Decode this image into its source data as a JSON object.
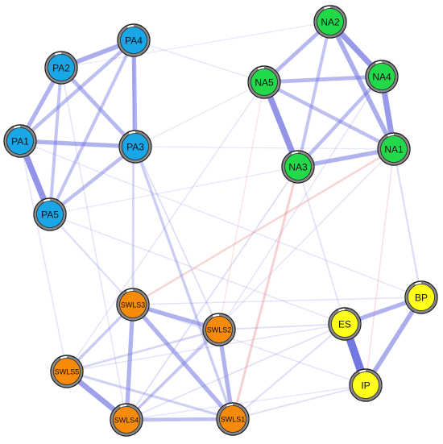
{
  "colors": {
    "pa": "#1aa7e8",
    "na": "#22d94a",
    "swls": "#f58a0b",
    "other": "#ffff1a",
    "positive_edge": "#7377e0",
    "negative_edge": "#e87878"
  },
  "nodes": [
    {
      "id": "PA4",
      "group": "pa"
    },
    {
      "id": "PA2",
      "group": "pa"
    },
    {
      "id": "PA1",
      "group": "pa"
    },
    {
      "id": "PA3",
      "group": "pa"
    },
    {
      "id": "PA5",
      "group": "pa"
    },
    {
      "id": "NA2",
      "group": "na"
    },
    {
      "id": "NA5",
      "group": "na"
    },
    {
      "id": "NA4",
      "group": "na"
    },
    {
      "id": "NA1",
      "group": "na"
    },
    {
      "id": "NA3",
      "group": "na"
    },
    {
      "id": "SWLS3",
      "group": "swls"
    },
    {
      "id": "SWLS2",
      "group": "swls"
    },
    {
      "id": "SWLS5",
      "group": "swls"
    },
    {
      "id": "SWLS4",
      "group": "swls"
    },
    {
      "id": "SWLS1",
      "group": "swls"
    },
    {
      "id": "BP",
      "group": "other"
    },
    {
      "id": "ES",
      "group": "other"
    },
    {
      "id": "IP",
      "group": "other"
    }
  ],
  "edges": [
    {
      "from": "PA1",
      "to": "PA5",
      "weight": 0.75,
      "sign": "positive"
    },
    {
      "from": "PA2",
      "to": "PA4",
      "weight": 0.55,
      "sign": "positive"
    },
    {
      "from": "PA1",
      "to": "PA3",
      "weight": 0.5,
      "sign": "positive"
    },
    {
      "from": "PA2",
      "to": "PA1",
      "weight": 0.5,
      "sign": "positive"
    },
    {
      "from": "PA4",
      "to": "PA3",
      "weight": 0.5,
      "sign": "positive"
    },
    {
      "from": "PA2",
      "to": "PA3",
      "weight": 0.45,
      "sign": "positive"
    },
    {
      "from": "PA4",
      "to": "PA1",
      "weight": 0.4,
      "sign": "positive"
    },
    {
      "from": "PA4",
      "to": "PA5",
      "weight": 0.35,
      "sign": "positive"
    },
    {
      "from": "PA2",
      "to": "PA5",
      "weight": 0.35,
      "sign": "positive"
    },
    {
      "from": "PA3",
      "to": "PA5",
      "weight": 0.4,
      "sign": "positive"
    },
    {
      "from": "NA5",
      "to": "NA3",
      "weight": 0.75,
      "sign": "positive"
    },
    {
      "from": "NA2",
      "to": "NA4",
      "weight": 0.7,
      "sign": "positive"
    },
    {
      "from": "NA4",
      "to": "NA1",
      "weight": 0.7,
      "sign": "positive"
    },
    {
      "from": "NA2",
      "to": "NA1",
      "weight": 0.55,
      "sign": "positive"
    },
    {
      "from": "NA3",
      "to": "NA1",
      "weight": 0.5,
      "sign": "positive"
    },
    {
      "from": "NA5",
      "to": "NA4",
      "weight": 0.45,
      "sign": "positive"
    },
    {
      "from": "NA2",
      "to": "NA5",
      "weight": 0.45,
      "sign": "positive"
    },
    {
      "from": "NA5",
      "to": "NA1",
      "weight": 0.4,
      "sign": "positive"
    },
    {
      "from": "NA4",
      "to": "NA3",
      "weight": 0.4,
      "sign": "positive"
    },
    {
      "from": "NA2",
      "to": "NA3",
      "weight": 0.35,
      "sign": "positive"
    },
    {
      "from": "SWLS3",
      "to": "SWLS2",
      "weight": 0.5,
      "sign": "positive"
    },
    {
      "from": "SWLS3",
      "to": "SWLS4",
      "weight": 0.5,
      "sign": "positive"
    },
    {
      "from": "SWLS3",
      "to": "SWLS1",
      "weight": 0.5,
      "sign": "positive"
    },
    {
      "from": "SWLS2",
      "to": "SWLS1",
      "weight": 0.5,
      "sign": "positive"
    },
    {
      "from": "SWLS5",
      "to": "SWLS4",
      "weight": 0.65,
      "sign": "positive"
    },
    {
      "from": "SWLS4",
      "to": "SWLS1",
      "weight": 0.4,
      "sign": "positive"
    },
    {
      "from": "SWLS3",
      "to": "SWLS5",
      "weight": 0.3,
      "sign": "positive"
    },
    {
      "from": "SWLS2",
      "to": "SWLS4",
      "weight": 0.3,
      "sign": "positive"
    },
    {
      "from": "SWLS5",
      "to": "SWLS1",
      "weight": 0.25,
      "sign": "positive"
    },
    {
      "from": "SWLS5",
      "to": "SWLS2",
      "weight": 0.2,
      "sign": "positive"
    },
    {
      "from": "ES",
      "to": "IP",
      "weight": 1.0,
      "sign": "positive"
    },
    {
      "from": "BP",
      "to": "IP",
      "weight": 0.55,
      "sign": "positive"
    },
    {
      "from": "BP",
      "to": "ES",
      "weight": 0.5,
      "sign": "positive"
    },
    {
      "from": "NA1",
      "to": "BP",
      "weight": 0.15,
      "sign": "positive"
    },
    {
      "from": "PA4",
      "to": "SWLS3",
      "weight": 0.22,
      "sign": "positive"
    },
    {
      "from": "PA3",
      "to": "SWLS1",
      "weight": 0.28,
      "sign": "positive"
    },
    {
      "from": "PA5",
      "to": "SWLS3",
      "weight": 0.15,
      "sign": "positive"
    },
    {
      "from": "PA3",
      "to": "SWLS2",
      "weight": 0.12,
      "sign": "positive"
    },
    {
      "from": "PA1",
      "to": "SWLS5",
      "weight": 0.08,
      "sign": "positive"
    },
    {
      "from": "PA5",
      "to": "ES",
      "weight": 0.08,
      "sign": "positive"
    },
    {
      "from": "PA4",
      "to": "NA5",
      "weight": 0.07,
      "sign": "positive"
    },
    {
      "from": "PA3",
      "to": "NA5",
      "weight": 0.06,
      "sign": "positive"
    },
    {
      "from": "PA3",
      "to": "NA1",
      "weight": 0.06,
      "sign": "positive"
    },
    {
      "from": "PA1",
      "to": "BP",
      "weight": 0.07,
      "sign": "positive"
    },
    {
      "from": "PA2",
      "to": "SWLS4",
      "weight": 0.08,
      "sign": "positive"
    },
    {
      "from": "NA3",
      "to": "SWLS1",
      "weight": 0.25,
      "sign": "negative"
    },
    {
      "from": "NA1",
      "to": "SWLS3",
      "weight": 0.2,
      "sign": "negative"
    },
    {
      "from": "NA1",
      "to": "IP",
      "weight": 0.1,
      "sign": "negative"
    },
    {
      "from": "NA5",
      "to": "SWLS2",
      "weight": 0.08,
      "sign": "negative"
    },
    {
      "from": "NA3",
      "to": "SWLS4",
      "weight": 0.12,
      "sign": "positive"
    },
    {
      "from": "NA5",
      "to": "SWLS5",
      "weight": 0.08,
      "sign": "positive"
    },
    {
      "from": "NA3",
      "to": "ES",
      "weight": 0.1,
      "sign": "positive"
    },
    {
      "from": "NA4",
      "to": "SWLS2",
      "weight": 0.08,
      "sign": "positive"
    },
    {
      "from": "NA1",
      "to": "SWLS4",
      "weight": 0.08,
      "sign": "positive"
    },
    {
      "from": "SWLS2",
      "to": "ES",
      "weight": 0.12,
      "sign": "positive"
    },
    {
      "from": "SWLS1",
      "to": "ES",
      "weight": 0.14,
      "sign": "positive"
    },
    {
      "from": "SWLS1",
      "to": "IP",
      "weight": 0.12,
      "sign": "positive"
    },
    {
      "from": "SWLS4",
      "to": "ES",
      "weight": 0.1,
      "sign": "positive"
    },
    {
      "from": "SWLS5",
      "to": "ES",
      "weight": 0.08,
      "sign": "positive"
    },
    {
      "from": "SWLS3",
      "to": "BP",
      "weight": 0.08,
      "sign": "positive"
    },
    {
      "from": "SWLS3",
      "to": "IP",
      "weight": 0.08,
      "sign": "positive"
    },
    {
      "from": "SWLS4",
      "to": "IP",
      "weight": 0.07,
      "sign": "positive"
    },
    {
      "from": "PA5",
      "to": "NA3",
      "weight": 0.06,
      "sign": "positive"
    },
    {
      "from": "PA2",
      "to": "NA2",
      "weight": 0.05,
      "sign": "positive"
    }
  ]
}
